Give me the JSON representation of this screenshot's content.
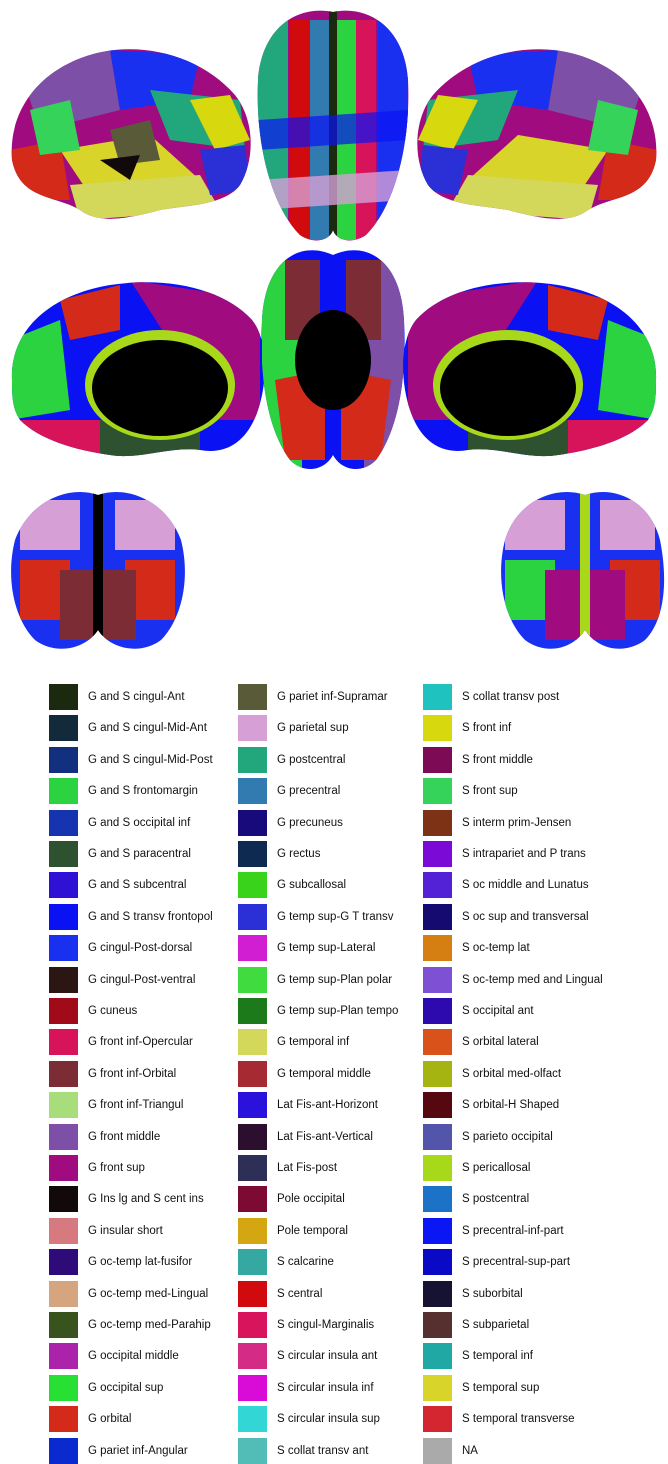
{
  "legend": {
    "columns": [
      [
        {
          "label": "G and S cingul-Ant",
          "color": "#1b2a0e"
        },
        {
          "label": "G and S cingul-Mid-Ant",
          "color": "#132a3a"
        },
        {
          "label": "G and S cingul-Mid-Post",
          "color": "#13307e"
        },
        {
          "label": "G and S frontomargin",
          "color": "#2ad33f"
        },
        {
          "label": "G and S occipital inf",
          "color": "#1633b0"
        },
        {
          "label": "G and S paracentral",
          "color": "#2e5230"
        },
        {
          "label": "G and S subcentral",
          "color": "#2e11d4"
        },
        {
          "label": "G and S transv frontopol",
          "color": "#0a12f4"
        },
        {
          "label": "G cingul-Post-dorsal",
          "color": "#1a30f0"
        },
        {
          "label": "G cingul-Post-ventral",
          "color": "#2b1613"
        },
        {
          "label": "G cuneus",
          "color": "#a00a19"
        },
        {
          "label": "G front inf-Opercular",
          "color": "#d7145a"
        },
        {
          "label": "G front inf-Orbital",
          "color": "#7b2c34"
        },
        {
          "label": "G front inf-Triangul",
          "color": "#a7dd7b"
        },
        {
          "label": "G front middle",
          "color": "#7d4fa6"
        },
        {
          "label": "G front sup",
          "color": "#a10b80"
        },
        {
          "label": "G Ins lg and S cent ins",
          "color": "#120a0a"
        },
        {
          "label": "G insular short",
          "color": "#d67a7f"
        },
        {
          "label": "G oc-temp lat-fusifor",
          "color": "#2f0b7a"
        },
        {
          "label": "G oc-temp med-Lingual",
          "color": "#d4a57e"
        },
        {
          "label": "G oc-temp med-Parahip",
          "color": "#38531b"
        },
        {
          "label": "G occipital middle",
          "color": "#ab22ab"
        },
        {
          "label": "G occipital sup",
          "color": "#28df33"
        },
        {
          "label": "G orbital",
          "color": "#d32a19"
        },
        {
          "label": "G pariet inf-Angular",
          "color": "#0a29cf"
        }
      ],
      [
        {
          "label": "G pariet inf-Supramar",
          "color": "#585a38"
        },
        {
          "label": "G parietal sup",
          "color": "#d6a0d6"
        },
        {
          "label": "G postcentral",
          "color": "#22a77d"
        },
        {
          "label": "G precentral",
          "color": "#327bb0"
        },
        {
          "label": "G precuneus",
          "color": "#180a7a"
        },
        {
          "label": "G rectus",
          "color": "#0f2a50"
        },
        {
          "label": "G subcallosal",
          "color": "#3ad31c"
        },
        {
          "label": "G temp sup-G T transv",
          "color": "#2a2fd6"
        },
        {
          "label": "G temp sup-Lateral",
          "color": "#d11ed3"
        },
        {
          "label": "G temp sup-Plan polar",
          "color": "#3fdb3f"
        },
        {
          "label": "G temp sup-Plan tempo",
          "color": "#1c7a1a"
        },
        {
          "label": "G temporal inf",
          "color": "#d4d85a"
        },
        {
          "label": "G temporal middle",
          "color": "#a52a32"
        },
        {
          "label": "Lat Fis-ant-Horizont",
          "color": "#2a12dc"
        },
        {
          "label": "Lat Fis-ant-Vertical",
          "color": "#2c0f2e"
        },
        {
          "label": "Lat Fis-post",
          "color": "#2e2f56"
        },
        {
          "label": "Pole occipital",
          "color": "#7d0a33"
        },
        {
          "label": "Pole temporal",
          "color": "#d4a611"
        },
        {
          "label": "S calcarine",
          "color": "#35a8a2"
        },
        {
          "label": "S central",
          "color": "#d10a0e"
        },
        {
          "label": "S cingul-Marginalis",
          "color": "#d7145c"
        },
        {
          "label": "S circular insula ant",
          "color": "#d42b86"
        },
        {
          "label": "S circular insula inf",
          "color": "#d80cd6"
        },
        {
          "label": "S circular insula sup",
          "color": "#32d6d4"
        },
        {
          "label": "S collat transv ant",
          "color": "#52bcb6"
        }
      ],
      [
        {
          "label": "S collat transv post",
          "color": "#20c2c0"
        },
        {
          "label": "S front inf",
          "color": "#d7d80e"
        },
        {
          "label": "S front middle",
          "color": "#7d0a55"
        },
        {
          "label": "S front sup",
          "color": "#36d35a"
        },
        {
          "label": "S interm prim-Jensen",
          "color": "#7d3216"
        },
        {
          "label": "S intrapariet and P trans",
          "color": "#7b0ad6"
        },
        {
          "label": "S oc middle and Lunatus",
          "color": "#5321d6"
        },
        {
          "label": "S oc sup and transversal",
          "color": "#140a70"
        },
        {
          "label": "S oc-temp lat",
          "color": "#d57f12"
        },
        {
          "label": "S oc-temp med and Lingual",
          "color": "#7d50d4"
        },
        {
          "label": "S occipital ant",
          "color": "#2c0aae"
        },
        {
          "label": "S orbital lateral",
          "color": "#d9521a"
        },
        {
          "label": "S orbital med-olfact",
          "color": "#a6b412"
        },
        {
          "label": "S orbital-H Shaped",
          "color": "#55080f"
        },
        {
          "label": "S parieto occipital",
          "color": "#5355ab"
        },
        {
          "label": "S pericallosal",
          "color": "#a8d81a"
        },
        {
          "label": "S postcentral",
          "color": "#1b72c6"
        },
        {
          "label": "S precentral-inf-part",
          "color": "#0a17f4"
        },
        {
          "label": "S precentral-sup-part",
          "color": "#0a0ac6"
        },
        {
          "label": "S suborbital",
          "color": "#151232"
        },
        {
          "label": "S subparietal",
          "color": "#55302f"
        },
        {
          "label": "S temporal inf",
          "color": "#20a8a5"
        },
        {
          "label": "S temporal sup",
          "color": "#d8d42a"
        },
        {
          "label": "S temporal transverse",
          "color": "#d32631"
        },
        {
          "label": "NA",
          "color": "#aaaaaa"
        }
      ]
    ]
  }
}
